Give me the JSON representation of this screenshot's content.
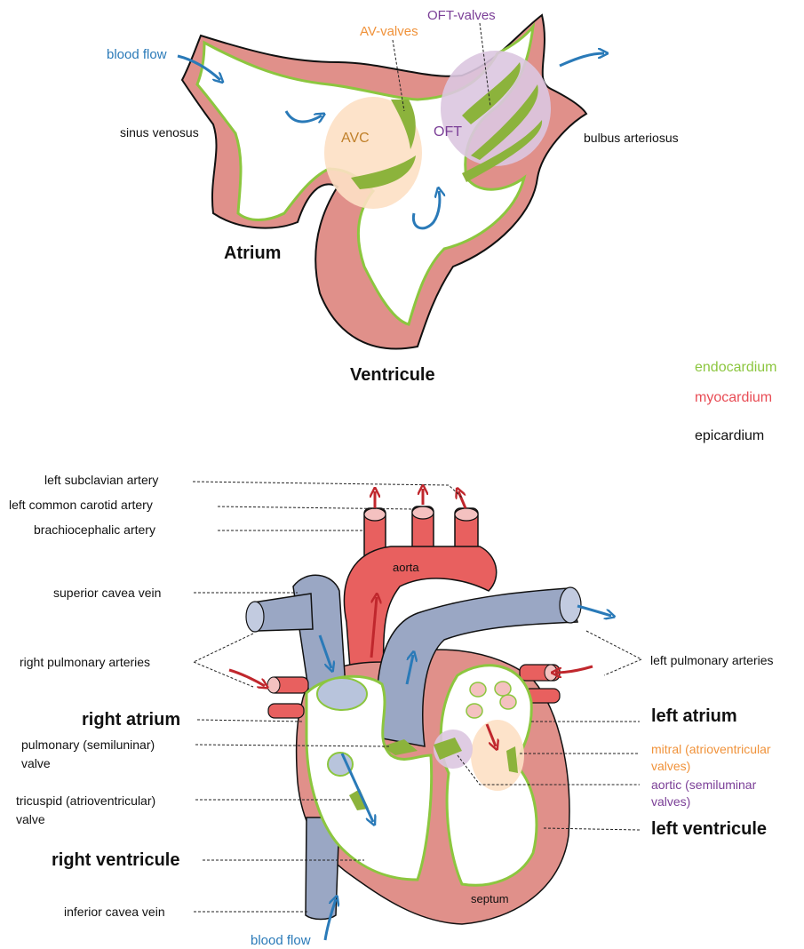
{
  "colors": {
    "endocardium": "#8cc63f",
    "myocardium": "#e0908a",
    "epicardium": "#111111",
    "artery": "#e8605f",
    "vein": "#9aa7c4",
    "av_valve_zone": "#fde0c4",
    "oft_valve_zone": "#dcc6e0",
    "blood_flow": "#2a7ab8",
    "oxygenated_flow": "#c0272d",
    "av_label": "#f0923a",
    "oft_label": "#7b3f97"
  },
  "embryonic": {
    "blood_flow_in": "blood flow",
    "av_valves": "AV-valves",
    "oft_valves": "OFT-valves",
    "sinus_venosus": "sinus venosus",
    "avc": "AVC",
    "oft": "OFT",
    "bulbus_arteriosus": "bulbus arteriosus",
    "atrium": "Atrium",
    "ventricule": "Ventricule"
  },
  "legend": {
    "endocardium": "endocardium",
    "myocardium": "myocardium",
    "epicardium": "epicardium"
  },
  "adult": {
    "left_subclavian": "left subclavian artery",
    "left_common_carotid": "left common carotid artery",
    "brachiocephalic": "brachiocephalic artery",
    "aorta": "aorta",
    "superior_cava": "superior cavea vein",
    "right_pulmonary": "right pulmonary arteries",
    "left_pulmonary": "left pulmonary arteries",
    "right_atrium": "right atrium",
    "left_atrium": "left atrium",
    "pulmonary_valve_1": "pulmonary (semiluninar)",
    "pulmonary_valve_2": "valve",
    "mitral_1": "mitral (atrioventricular",
    "mitral_2": "valves)",
    "aortic_1": "aortic (semiluminar",
    "aortic_2": "valves)",
    "tricuspid_1": "tricuspid (atrioventricular)",
    "tricuspid_2": "valve",
    "left_ventricule": "left ventricule",
    "right_ventricule": "right ventricule",
    "septum": "septum",
    "inferior_cava": "inferior cavea vein",
    "blood_flow_in": "blood flow"
  }
}
